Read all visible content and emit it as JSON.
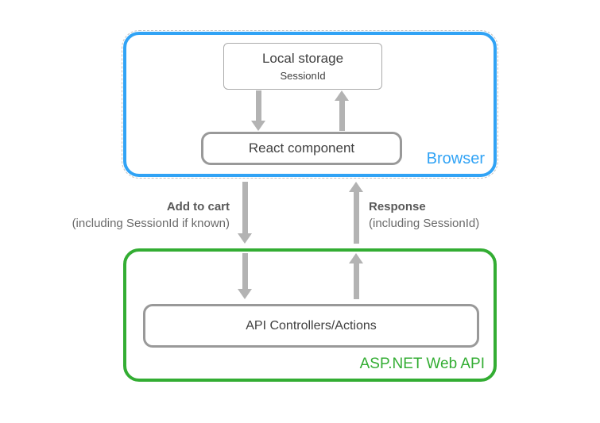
{
  "diagram": {
    "browser": {
      "label": "Browser",
      "local_storage": {
        "title": "Local storage",
        "subtitle": "SessionId"
      },
      "react_component": {
        "label": "React component"
      }
    },
    "webapi": {
      "label": "ASP.NET Web API",
      "api_controllers": {
        "label": "API Controllers/Actions"
      }
    },
    "edges": {
      "add_to_cart": {
        "title": "Add to cart",
        "subtitle": "(including SessionId if known)"
      },
      "response": {
        "title": "Response",
        "subtitle": "(including SessionId)"
      }
    },
    "colors": {
      "browser_accent": "#31a3f5",
      "webapi_accent": "#33ad33",
      "arrow_gray": "#b3b3b3",
      "node_border": "#999999",
      "node_text": "#404040"
    }
  }
}
